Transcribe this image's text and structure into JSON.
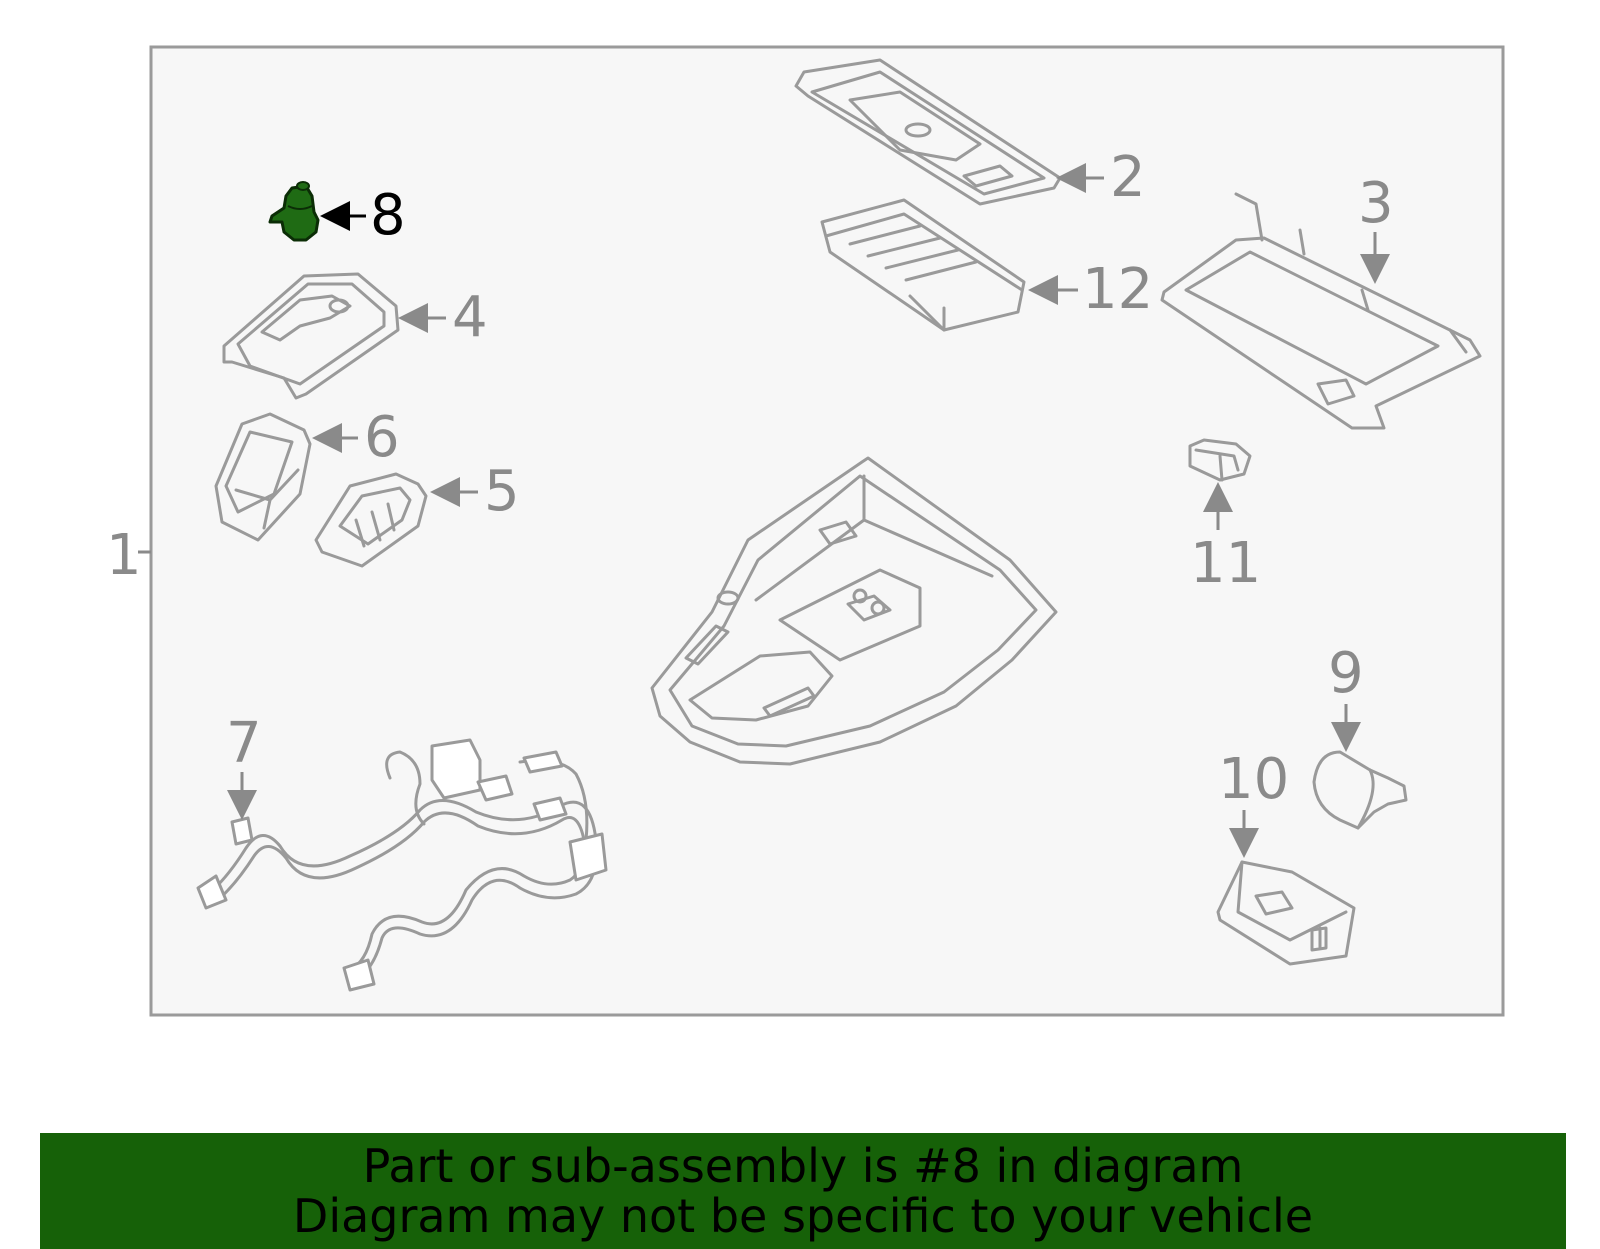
{
  "colors": {
    "panel_bg": "#f7f7f7",
    "panel_border": "#9a9a9a",
    "part_line": "#9a9a9a",
    "callout_gray": "#8a8a8a",
    "highlight_part": "#1f6b14",
    "banner_bg": "#166108",
    "banner_text": "#000000"
  },
  "callouts": {
    "c1": "1",
    "c2": "2",
    "c3": "3",
    "c4": "4",
    "c5": "5",
    "c6": "6",
    "c7": "7",
    "c8": "8",
    "c9": "9",
    "c10": "10",
    "c11": "11",
    "c12": "12"
  },
  "highlighted_part": "8",
  "banner": {
    "line1": "Part or sub-assembly is #8 in diagram",
    "line2": "Diagram may not be specific to your vehicle"
  }
}
